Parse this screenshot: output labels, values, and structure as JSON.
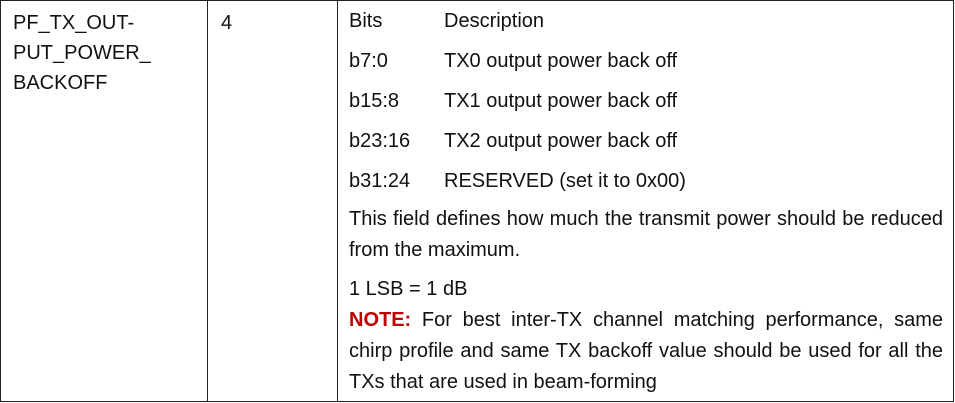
{
  "field": {
    "name_lines": [
      "PF_TX_OUT-",
      "PUT_POWER_",
      "BACKOFF"
    ],
    "size": "4"
  },
  "bits_table": {
    "header": {
      "bits": "Bits",
      "description": "Description"
    },
    "rows": [
      {
        "bits": "b7:0",
        "description": "TX0 output power back off"
      },
      {
        "bits": "b15:8",
        "description": "TX1 output power back off"
      },
      {
        "bits": "b23:16",
        "description": "TX2 output power back off"
      },
      {
        "bits": "b31:24",
        "description": "RESERVED (set it to 0x00)"
      }
    ]
  },
  "explanation": "This field defines how much the transmit power should be reduced from the maximum.",
  "lsb": "1 LSB = 1 dB",
  "note": {
    "label": "NOTE:",
    "text": "For best inter-TX channel matching performance, same chirp profile and same TX backoff value should be used for all the TXs that are used in beam-forming"
  }
}
